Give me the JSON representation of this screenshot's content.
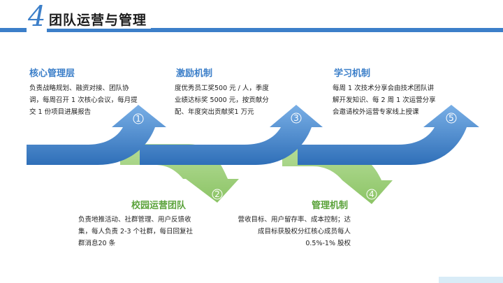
{
  "header": {
    "number": "4",
    "title": "团队运营与管理"
  },
  "stages": [
    {
      "step": "1",
      "title": "核心管理层",
      "description": "负责战略规划、融资对接、团队协调，每周召开 1 次核心会议，每月提交 1 份项目进展报告"
    },
    {
      "step": "2",
      "title": "校园运营团队",
      "description": "负责地推活动、社群管理、用户反馈收集，每人负责 2-3 个社群，每日回复社群消息20 条"
    },
    {
      "step": "3",
      "title": "激励机制",
      "description": "度优秀员工奖500 元 / 人，季度业绩达标奖 5000 元，按贡献分配、年度突出贡献奖1 万元"
    },
    {
      "step": "4",
      "title": "管理机制",
      "description": "营收目标、用户留存率、成本控制；达成目标获股权分红核心成员每人 0.5%-1% 股权"
    },
    {
      "step": "5",
      "title": "学习机制",
      "description": "每周 1 次技术分享会由技术团队讲解开发知识、每 2 周 1 次运营分享会邀请校外运营专家线上授课"
    }
  ],
  "colors": {
    "blue": "#3c7fc9",
    "blue_light": "#6ea6e0",
    "green": "#9ccf78",
    "green_text": "#5aa23a"
  }
}
